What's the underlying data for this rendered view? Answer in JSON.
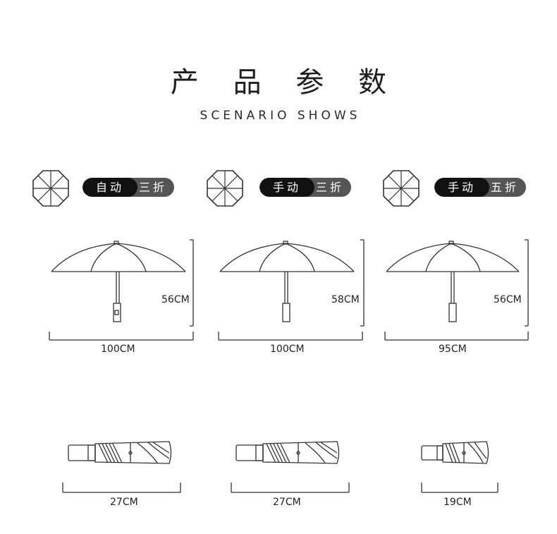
{
  "heading": {
    "title": "产 品 参 数",
    "subtitle": "SCENARIO SHOWS"
  },
  "products": [
    {
      "tag_left": "自动",
      "tag_right": "三折",
      "open_height": "56CM",
      "open_width": "100CM",
      "folded_length": "27CM"
    },
    {
      "tag_left": "手动",
      "tag_right": "三折",
      "open_height": "58CM",
      "open_width": "100CM",
      "folded_length": "27CM"
    },
    {
      "tag_left": "手动",
      "tag_right": "五折",
      "open_height": "56CM",
      "open_width": "95CM",
      "folded_length": "19CM"
    }
  ],
  "icons": [
    "umbrella-top-view-icon",
    "umbrella-open-side-icon",
    "folded-umbrella-icon"
  ],
  "colors": {
    "pill_dark": "#111111",
    "pill_gray": "#555555",
    "line": "#333333"
  }
}
